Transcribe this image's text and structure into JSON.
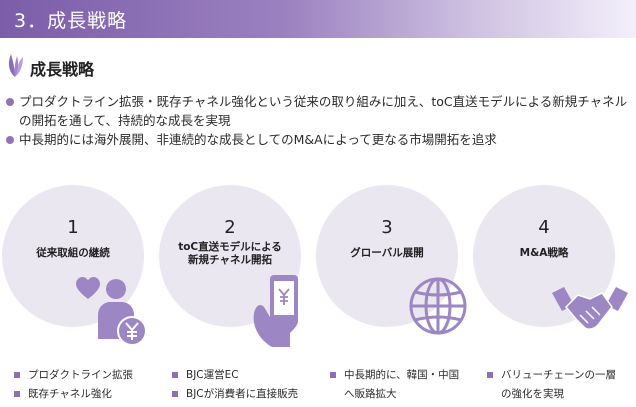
{
  "header": {
    "title": "3．成長戦略"
  },
  "section": {
    "title": "成長戦略"
  },
  "bullets": [
    "プロダクトライン拡張・既存チャネル強化という従来の取り組みに加え、toC直送モデルによる新規チャネルの開拓を通して、持続的な成長を実現",
    "中長期的には海外展開、非連続的な成長としてのM&Aによって更なる市場開拓を追求"
  ],
  "strategies": [
    {
      "number": "1",
      "label_lines": [
        "従来取組の継続"
      ],
      "icon": "heart-person-yen-icon",
      "items": [
        "プロダクトライン拡張",
        "既存チャネル強化"
      ]
    },
    {
      "number": "2",
      "label_lines": [
        "toC直送モデルによる",
        "新規チャネル開拓"
      ],
      "icon": "hand-smartphone-yen-icon",
      "items": [
        "BJC運営EC",
        "BJCが消費者に直接販売"
      ]
    },
    {
      "number": "3",
      "label_lines": [
        "グローバル展開"
      ],
      "icon": "globe-icon",
      "items": [
        "中長期的に、韓国・中国",
        "へ販路拡大"
      ]
    },
    {
      "number": "4",
      "label_lines": [
        "M&A戦略"
      ],
      "icon": "handshake-icon",
      "items": [
        "バリューチェーンの一層",
        "の強化を実現"
      ]
    }
  ],
  "colors": {
    "accent": "#7b5da9",
    "circle": "#ebe7f0",
    "icon": "#9d86c4"
  }
}
